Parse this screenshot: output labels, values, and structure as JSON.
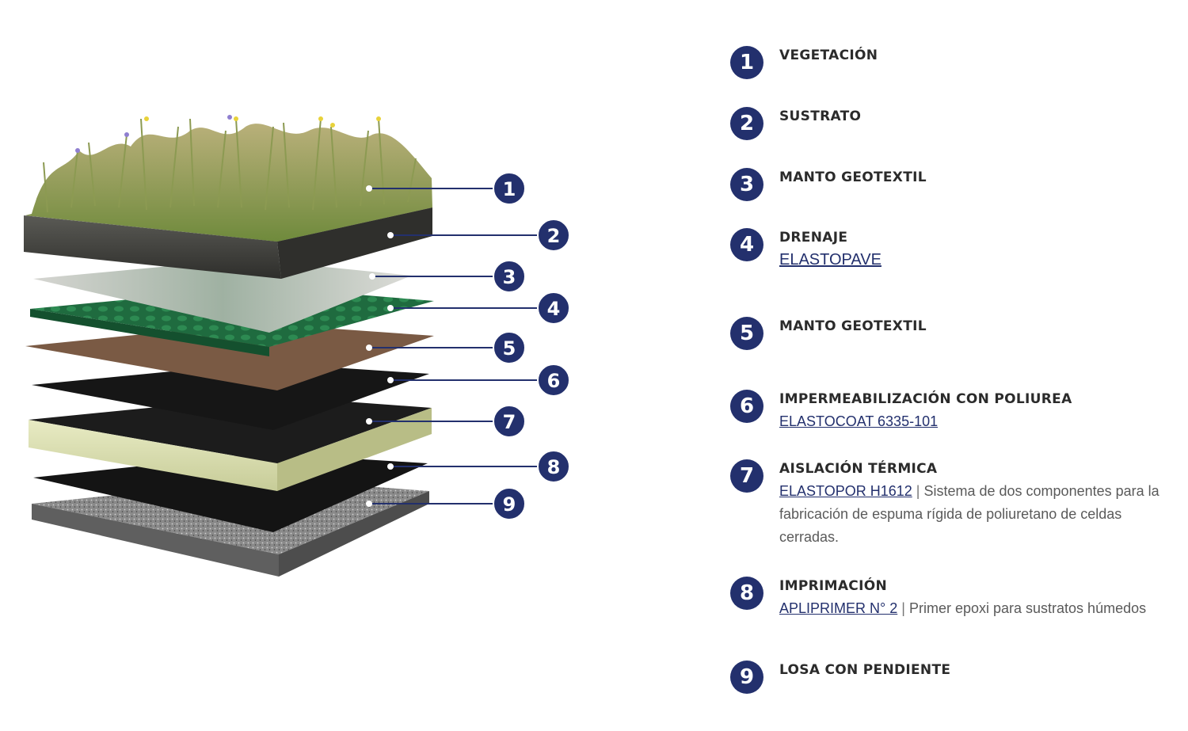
{
  "colors": {
    "badge": "#23306d",
    "link": "#23306d",
    "title_text": "#2b2b2b",
    "desc_text": "#5a5a5a"
  },
  "diagram_badges": [
    "1",
    "2",
    "3",
    "4",
    "5",
    "6",
    "7",
    "8",
    "9"
  ],
  "legend": [
    {
      "number": "1",
      "title": "VEGETACIÓN"
    },
    {
      "number": "2",
      "title": "SUSTRATO"
    },
    {
      "number": "3",
      "title": "MANTO GEOTEXTIL"
    },
    {
      "number": "4",
      "title": "DRENAJE",
      "link": "ELASTOPAVE"
    },
    {
      "number": "5",
      "title": "MANTO GEOTEXTIL"
    },
    {
      "number": "6",
      "title": "IMPERMEABILIZACIÓN CON POLIUREA",
      "link": "ELASTOCOAT 6335-101"
    },
    {
      "number": "7",
      "title": "AISLACIÓN TÉRMICA",
      "link": "ELASTOPOR H1612",
      "separator": "|",
      "description": "Sistema de dos componentes para la fabricación de espuma rígida de poliuretano de celdas cerradas."
    },
    {
      "number": "8",
      "title": "IMPRIMACIÓN",
      "link": "APLIPRIMER N° 2",
      "separator": "|",
      "description": "Primer epoxi para sustratos húmedos"
    },
    {
      "number": "9",
      "title": "LOSA CON PENDIENTE"
    }
  ]
}
